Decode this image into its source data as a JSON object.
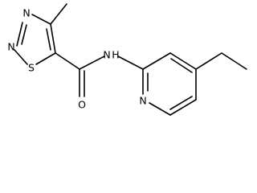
{
  "structure": {
    "atoms": {
      "n_top": "N",
      "n_left": "N",
      "s_ring": "S",
      "n_amide": "N",
      "h_amide": "H",
      "o_carbonyl": "O",
      "n_pyridine": "N"
    }
  }
}
